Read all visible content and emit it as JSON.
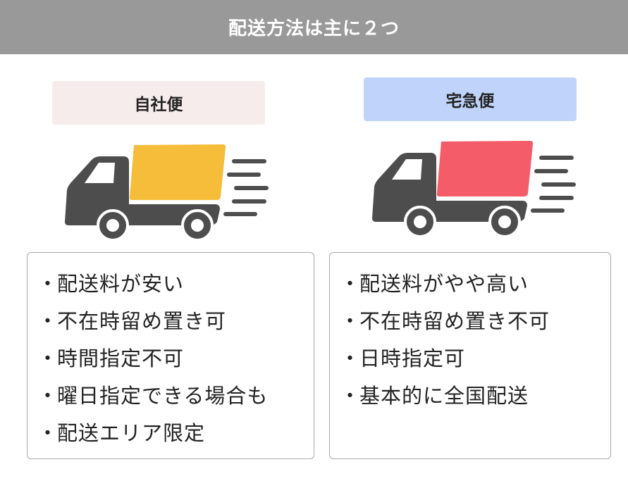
{
  "title": "配送方法は主に２つ",
  "colors": {
    "header": "#999999",
    "left_label_bg": "#f7ecec",
    "right_label_bg": "#c0d4fb",
    "truck_body": "#4d4d4d",
    "left_cargo": "#f5bd3a",
    "right_cargo": "#f45c6a"
  },
  "left": {
    "label": "自社便",
    "items": [
      "配送料が安い",
      "不在時留め置き可",
      "時間指定不可",
      "曜日指定できる場合も",
      "配送エリア限定"
    ]
  },
  "right": {
    "label": "宅急便",
    "items": [
      "配送料がやや高い",
      "不在時留め置き不可",
      "日時指定可",
      "基本的に全国配送"
    ]
  },
  "bullet": "・"
}
